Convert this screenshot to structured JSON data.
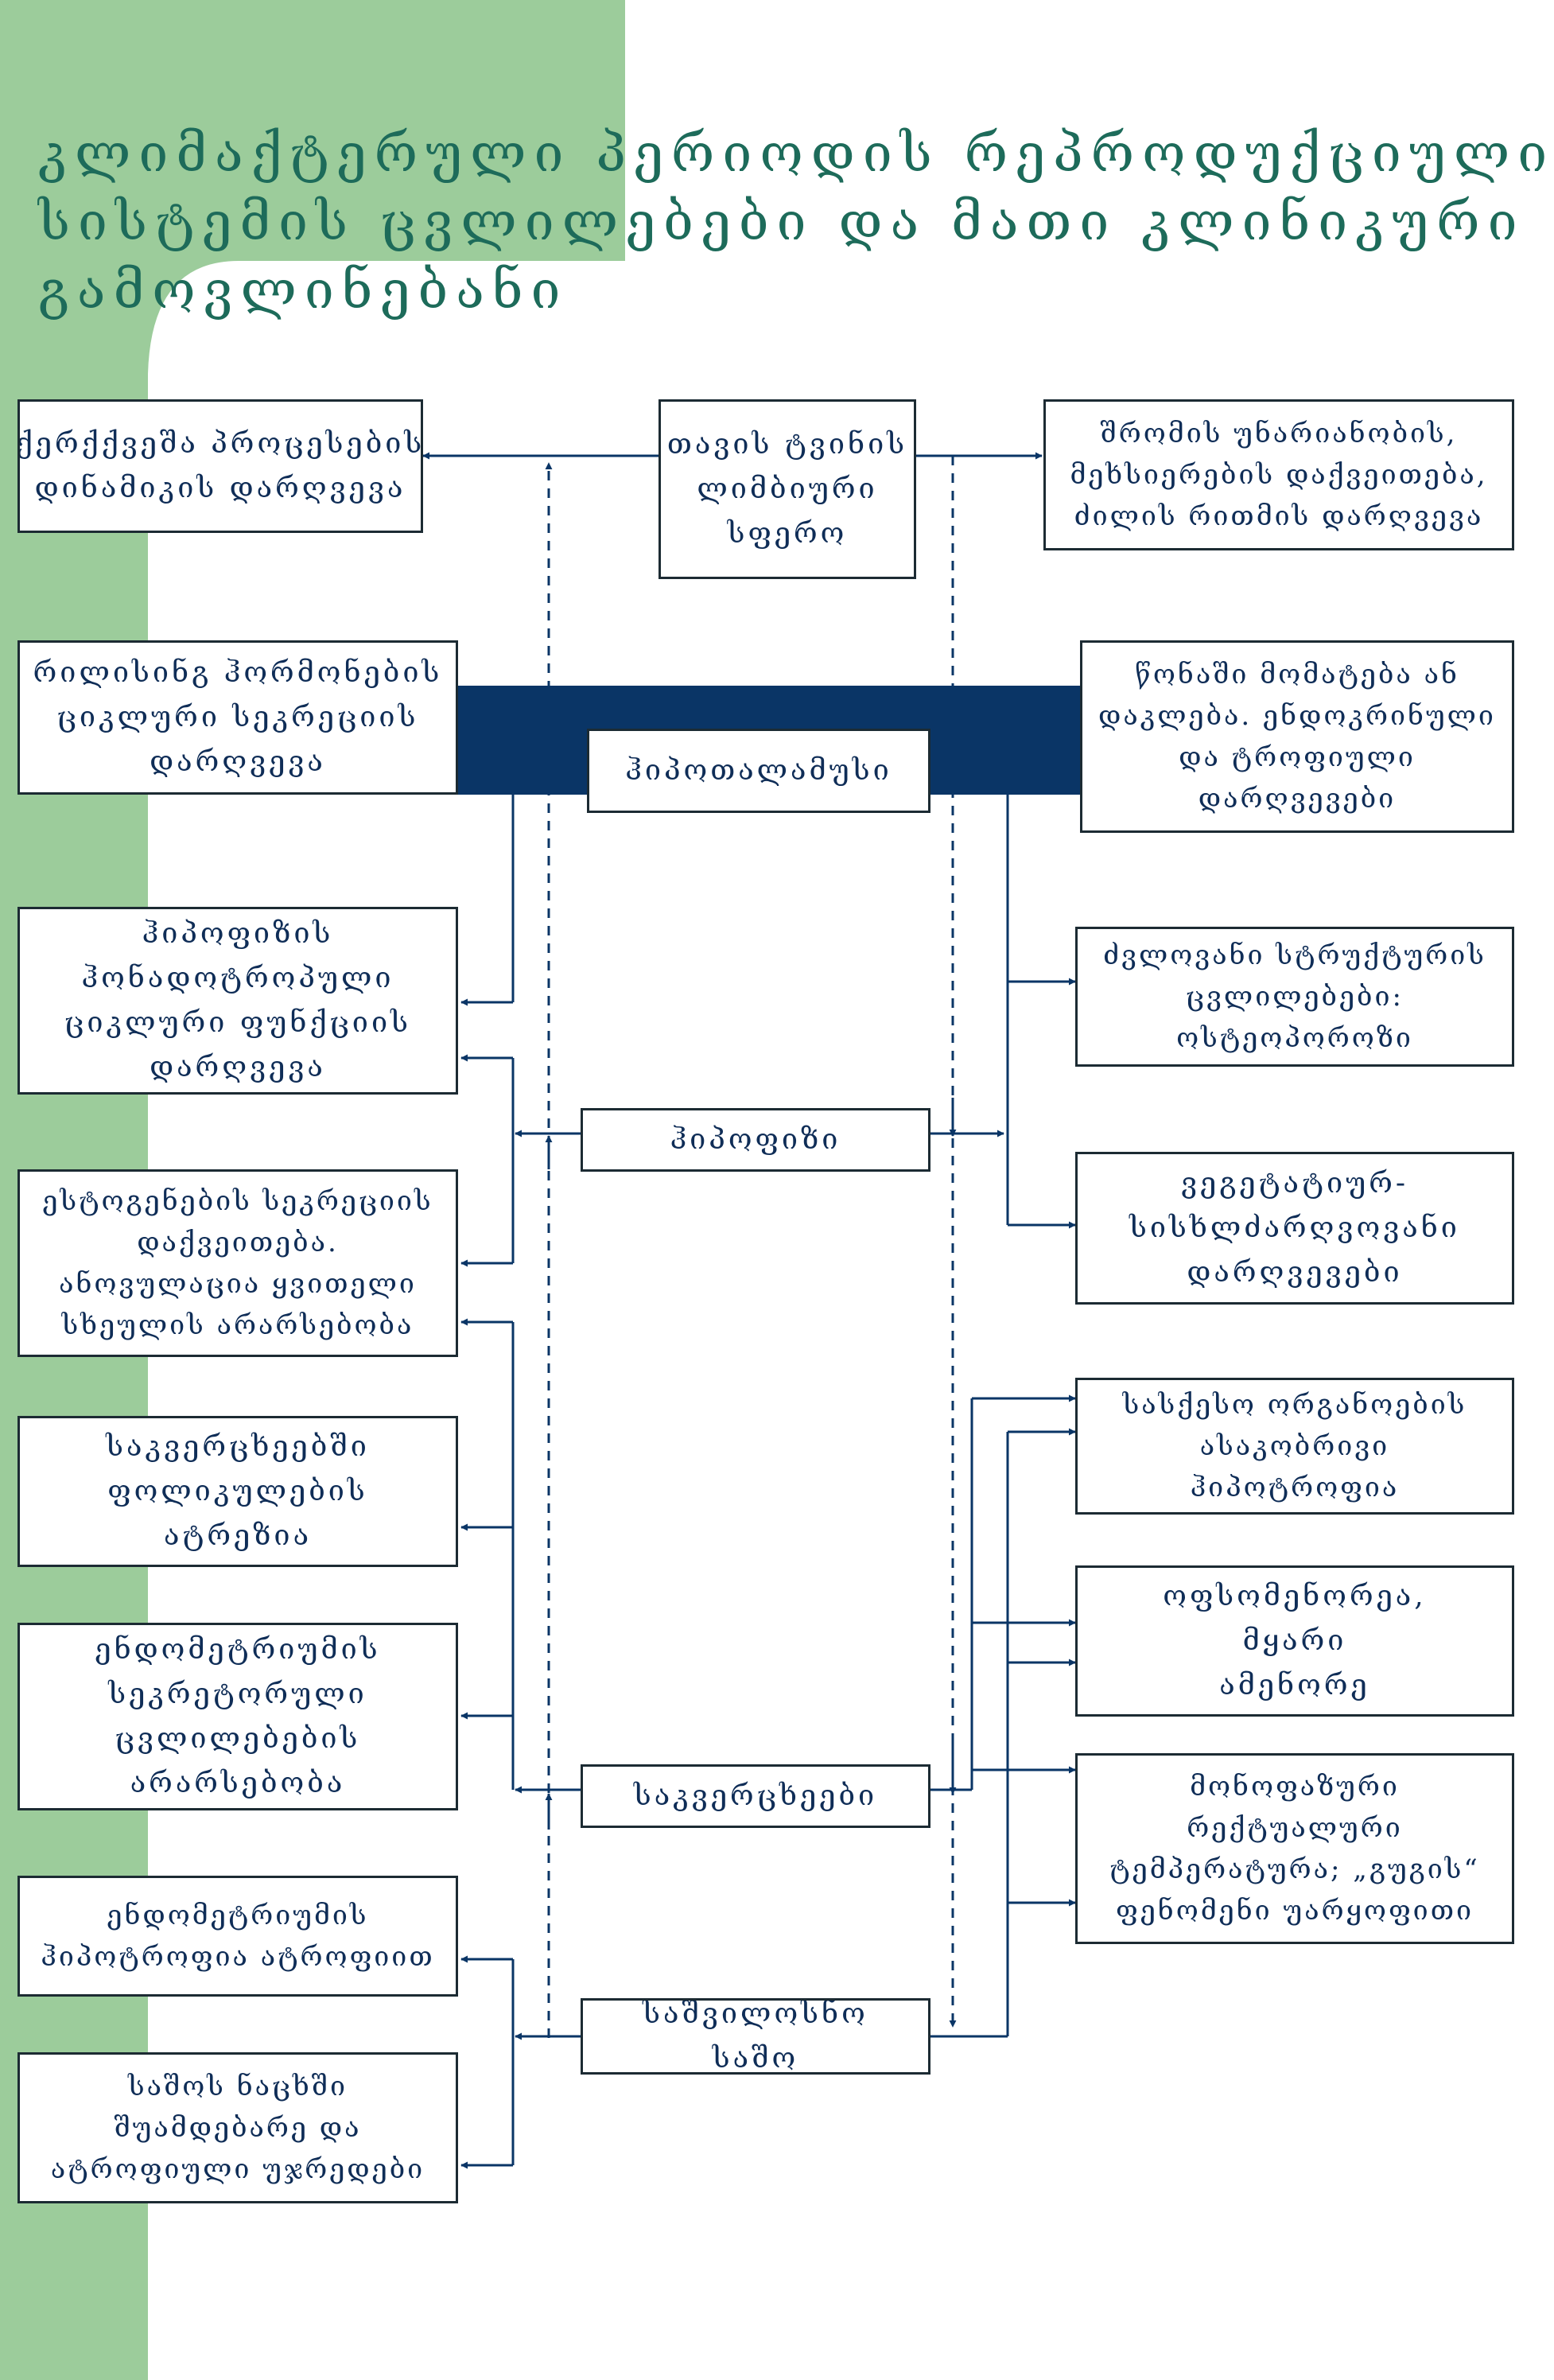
{
  "colors": {
    "green": "#9ccc9b",
    "navy": "#0a3566",
    "teal": "#1d6b5a",
    "ink": "#0f2d57"
  },
  "title": {
    "lines": [
      "კლიმაქტერული პერიოდის რეპროდუქციული",
      "სისტემის ცვლილებები და მათი კლინიკური",
      "გამოვლინებანი"
    ]
  },
  "diagram": {
    "center": {
      "limbic": [
        "თავის ტვინის",
        "ლიმბიური",
        "სფერო"
      ],
      "hypothalamus": "ჰიპოთალამუსი",
      "pituitary": "ჰიპოფიზი",
      "ovaries": "საკვერცხეები",
      "vagina": "საშვილოსნო საშო"
    },
    "left": {
      "cortex": [
        "ქერქქვეშა პროცესების",
        "დინამიკის დარღვევა"
      ],
      "releasing": [
        "რილისინგ ჰორმონების",
        "ციკლური სეკრეციის",
        "დარღვევა"
      ],
      "gonadotropic": [
        "ჰიპოფიზის",
        "ჰონადოტროპული",
        "ციკლური ფუნქციის",
        "დარღვევა"
      ],
      "estrogen": [
        "ესტოგენების სეკრეციის",
        "დაქვეითება.",
        "ანოვულაცია ყვითელი",
        "სხეულის არარსებობა"
      ],
      "follicles": [
        "საკვერცხეებში",
        "ფოლიკულების",
        "ატრეზია"
      ],
      "endometrium_secretory": [
        "ენდომეტრიუმის",
        "სეკრეტორული",
        "ცვლილებების",
        "არარსებობა"
      ],
      "endometrium_hypotrophy": [
        "ენდომეტრიუმის",
        "ჰიპოტროფია ატროფიით"
      ],
      "vaginal_smear": [
        "საშოს ნაცხში",
        "შუამდებარე და",
        "ატროფიული უჯრედები"
      ]
    },
    "right": {
      "work": [
        "შრომის უნარიანობის,",
        "მეხსიერების დაქვეითება,",
        "ძილის რითმის დარღვევა"
      ],
      "weight": [
        "წონაში მომატება ან",
        "დაკლება. ენდოკრინული",
        "და ტროფიული",
        "დარღვევები"
      ],
      "bone": [
        "ძვლოვანი სტრუქტურის",
        "ცვლილებები:",
        "ოსტეოპოროზი"
      ],
      "vegetative": [
        "ვეგეტატიურ-",
        "სისხლძარღვოვანი",
        "დარღვევები"
      ],
      "genital_hypotrophy": [
        "სასქესო ორგანოების",
        "ასაკობრივი",
        "ჰიპოტროფია"
      ],
      "oligomenorrhea": [
        "ოფსომენორეა,",
        "მყარი",
        "ამენორე"
      ],
      "temperature": [
        "მონოფაზური",
        "რექტუალური",
        "ტემპერატურა; „გუგის“",
        "ფენომენი უარყოფითი"
      ]
    }
  }
}
